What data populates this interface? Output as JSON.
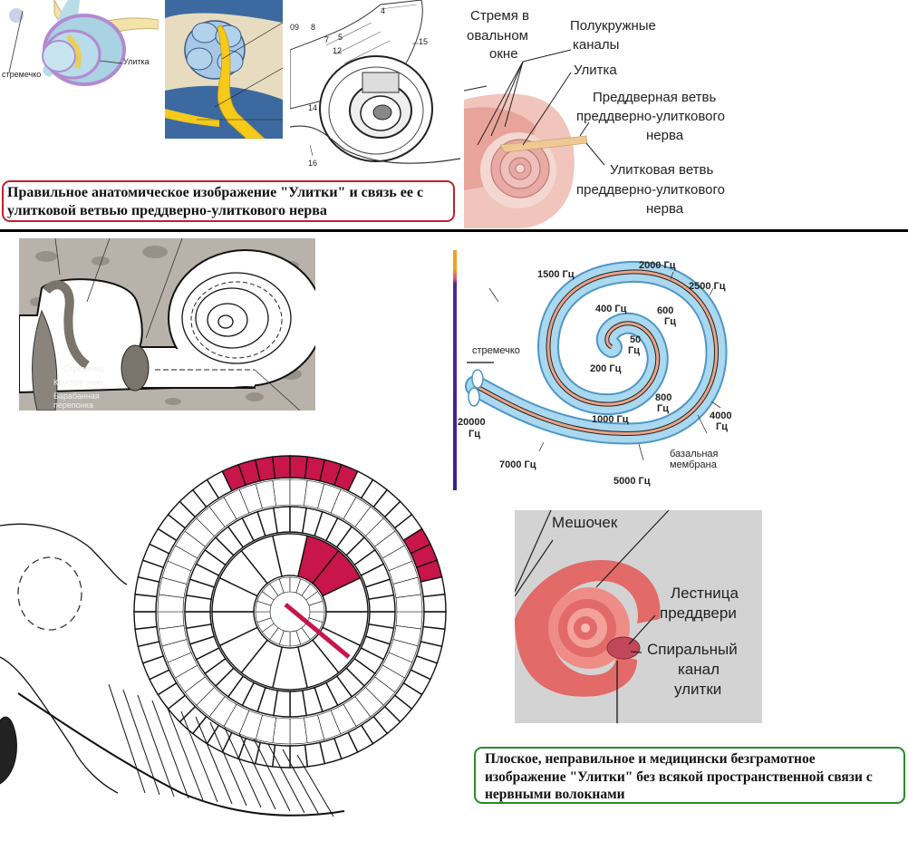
{
  "panel_top_left": {
    "labels": {
      "stapes": "стремечко",
      "cochlea": "Улитка"
    }
  },
  "panel_top_middle": {
    "labels": [
      "09",
      "8",
      "7",
      "5",
      "4",
      "12",
      "15",
      "14",
      "16"
    ]
  },
  "panel_top_right": {
    "labels": {
      "stapes_oval": "Стремя в овальном окне",
      "stapes_line1": "Стремя в",
      "stapes_line2": "овальном",
      "stapes_line3": "окне",
      "canals_line1": "Полукружные",
      "canals_line2": "каналы",
      "cochlea": "Улитка",
      "vestibular_line1": "Преддверная ветвь",
      "vestibular_line2": "преддверно-улиткового",
      "vestibular_line3": "нерва",
      "cochlear_line1": "Улитковая ветвь",
      "cochlear_line2": "преддверно-улиткового",
      "cochlear_line3": "нерва"
    }
  },
  "caption_correct": "Правильное анатомическое изображение \"Улитки\" и связь ее с улитковой ветвью преддверно-улиткового нерва",
  "panel_middle_left": {
    "labels": {
      "stapes": "Стремечко",
      "round_window": "Круглое окно",
      "tympanic_line1": "Барабанная",
      "tympanic_line2": "перепонка"
    }
  },
  "panel_frequency": {
    "stapes": "стремечко",
    "membrane_line1": "базальная",
    "membrane_line2": "мембрана",
    "frequencies": [
      {
        "value": "50",
        "unit": "Гц"
      },
      {
        "value": "200",
        "unit": "Гц"
      },
      {
        "value": "400",
        "unit": "Гц"
      },
      {
        "value": "600",
        "unit": "Гц"
      },
      {
        "value": "800",
        "unit": "Гц"
      },
      {
        "value": "1000",
        "unit": "Гц"
      },
      {
        "value": "1500",
        "unit": "Гц"
      },
      {
        "value": "2000",
        "unit": "Гц"
      },
      {
        "value": "2500",
        "unit": "Гц"
      },
      {
        "value": "4000",
        "unit": "Гц"
      },
      {
        "value": "5000",
        "unit": "Гц"
      },
      {
        "value": "7000",
        "unit": "Гц"
      },
      {
        "value": "20000",
        "unit": "Гц"
      }
    ],
    "text": {
      "f50a": "50",
      "f50b": "Гц",
      "f200": "200 Гц",
      "f400": "400 Гц",
      "f600a": "600",
      "f600b": "Гц",
      "f800a": "800",
      "f800b": "Гц",
      "f1000": "1000 Гц",
      "f1500": "1500 Гц",
      "f2000": "2000 Гц",
      "f2500": "2500 Гц",
      "f4000a": "4000",
      "f4000b": "Гц",
      "f5000": "5000 Гц",
      "f7000": "7000 Гц",
      "f20000a": "20000",
      "f20000b": "Гц"
    }
  },
  "panel_bottom_right": {
    "labels": {
      "saccule": "Мешочек",
      "scala_line1": "Лестница",
      "scala_line2": "преддвери",
      "spiral_line1": "Спиральный",
      "spiral_line2": "канал",
      "spiral_line3": "улитки"
    }
  },
  "caption_incorrect": "Плоское, неправильное и медицински безграмотное изображение \"Улитки\" без всякой пространственной связи с нервными волокнами",
  "colors": {
    "correct_border": "#c0202c",
    "incorrect_border": "#2a8a2a",
    "highlight": "#c8154a",
    "cochlea_pink": "#e07070",
    "tube_blue": "#7ec4e4"
  }
}
